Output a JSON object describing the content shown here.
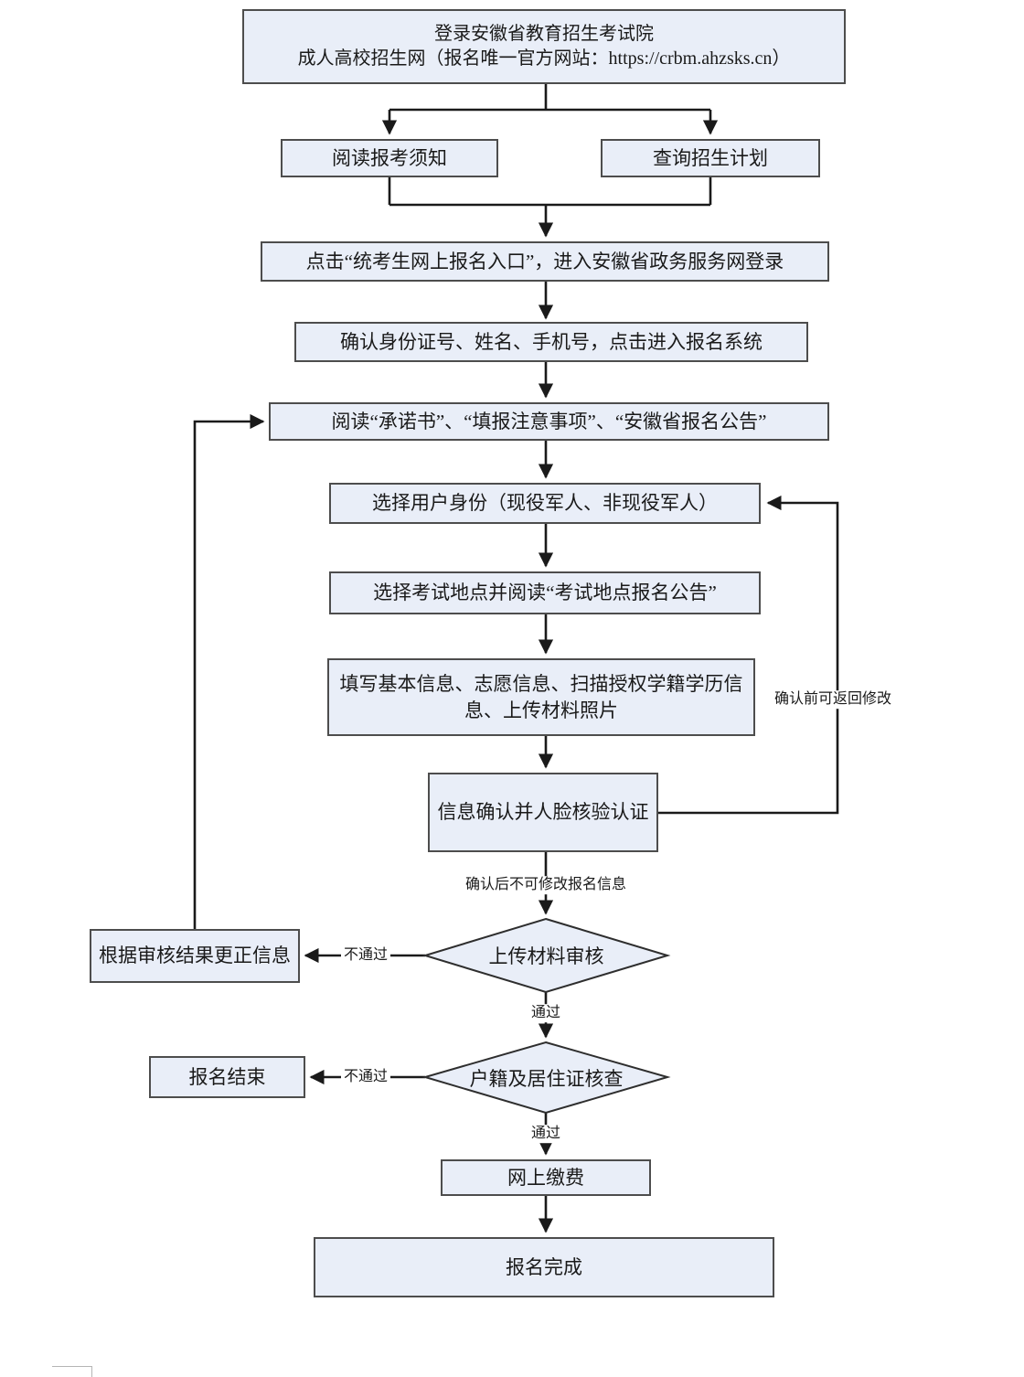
{
  "flow": {
    "nodes": {
      "start": {
        "line1": "登录安徽省教育招生考试院",
        "line2": "成人高校招生网（报名唯一官方网站：https://crbm.ahzsks.cn）"
      },
      "read_notice": {
        "label": "阅读报考须知"
      },
      "query_plan": {
        "label": "查询招生计划"
      },
      "click_entry": {
        "label": "点击“统考生网上报名入口”，进入安徽省政务服务网登录"
      },
      "confirm_identity": {
        "label": "确认身份证号、姓名、手机号，点击进入报名系统"
      },
      "read_docs": {
        "label": "阅读“承诺书”、“填报注意事项”、“安徽省报名公告”"
      },
      "select_role": {
        "label": "选择用户身份（现役军人、非现役军人）"
      },
      "select_site": {
        "label": "选择考试地点并阅读“考试地点报名公告”"
      },
      "fill_info": {
        "label": "填写基本信息、志愿信息、扫描授权学籍学历信息、上传材料照片"
      },
      "confirm_face": {
        "label": "信息确认并人脸核验认证"
      },
      "material_review": {
        "label": "上传材料审核"
      },
      "correct_info": {
        "label": "根据审核结果更正信息"
      },
      "residence_check": {
        "label": "户籍及居住证核查"
      },
      "end_fail": {
        "label": "报名结束"
      },
      "pay_online": {
        "label": "网上缴费"
      },
      "complete": {
        "label": "报名完成"
      }
    },
    "edge_labels": {
      "before_confirm": "确认前可返回修改",
      "after_confirm": "确认后不可修改报名信息",
      "fail1": "不通过",
      "pass1": "通过",
      "fail2": "不通过",
      "pass2": "通过"
    },
    "colors": {
      "node_fill": "#e9eef8",
      "node_border": "#4d4d4d",
      "line": "#1a1a1a"
    }
  }
}
